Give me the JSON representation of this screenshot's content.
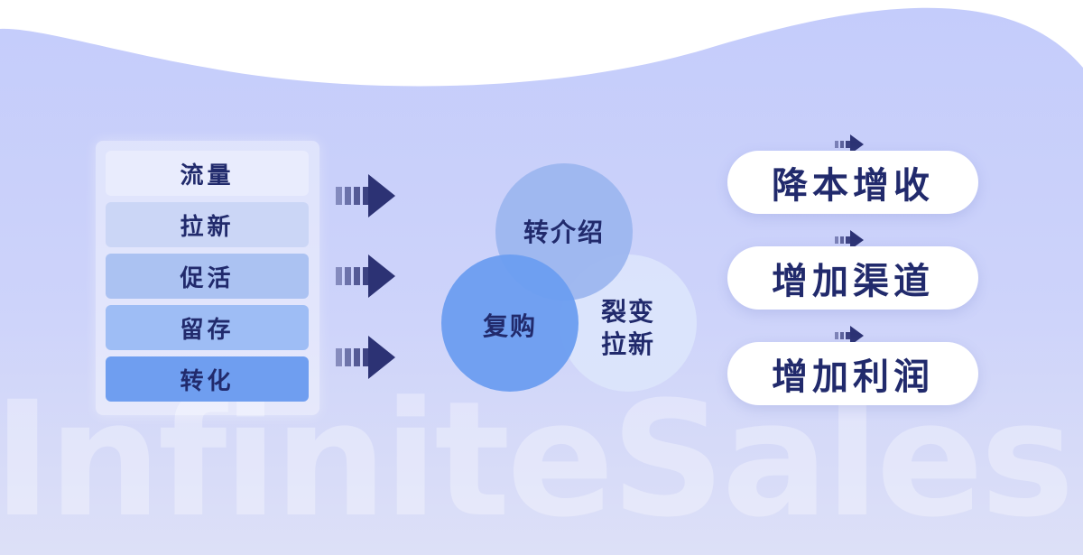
{
  "watermark": "InfiniteSales",
  "stages": [
    "流量",
    "拉新",
    "促活",
    "留存",
    "转化"
  ],
  "circles": {
    "referral": "转介绍",
    "repurchase": "复购",
    "fission": [
      "裂变",
      "拉新"
    ]
  },
  "outcomes": [
    "降本增收",
    "增加渠道",
    "增加利润"
  ],
  "colors": {
    "text_dark": "#212a6c",
    "arrow": "#2c3274",
    "circle_referral": "#9bb5ef",
    "circle_repurchase": "#6c9df0",
    "circle_fission": "#dde6fb"
  }
}
